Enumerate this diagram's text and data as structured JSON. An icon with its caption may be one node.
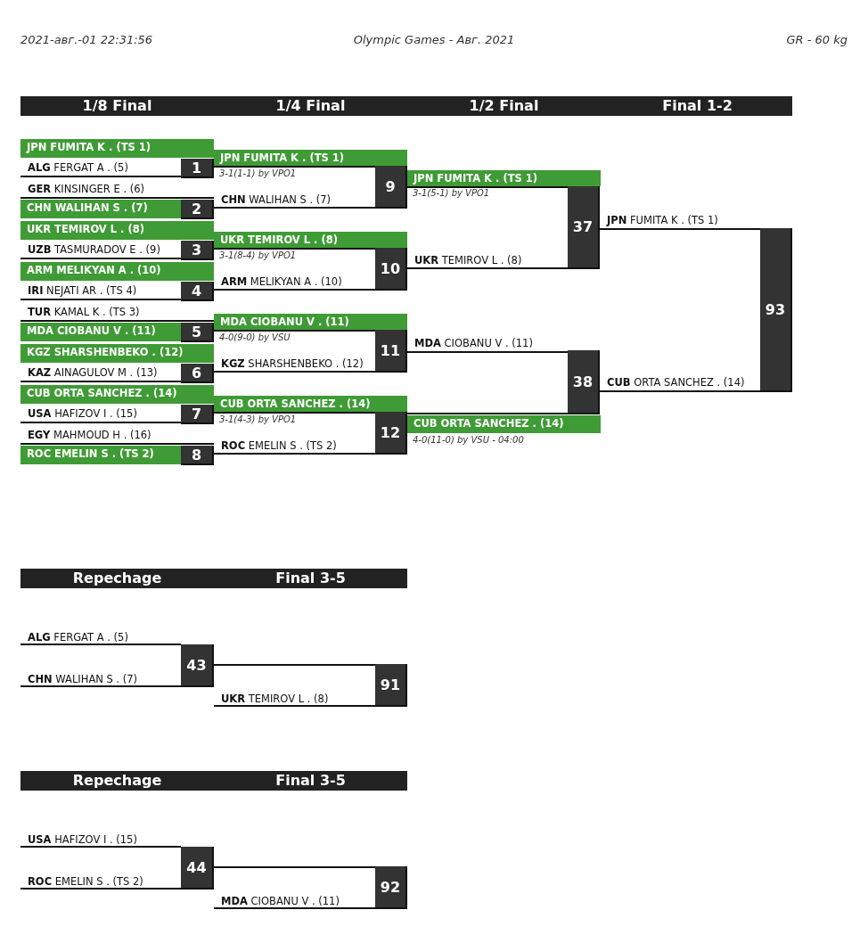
{
  "diagram": {
    "title": "Olympic Games - Авг. 2021",
    "nodes": [
      {
        "text": [
          "1/8 Final",
          "1/4 Final",
          "1/2 Final",
          "Final 1-2"
        ]
      },
      {
        "text": [
          "JPN FUMITA K . (TS 1)"
        ]
      },
      {
        "text": [
          "**ALG** FERGAT A . (5)"
        ]
      },
      {
        "text": [
          "1"
        ]
      },
      {
        "text": [
          "**GER** KINSINGER E . (6)"
        ]
      },
      {
        "text": [
          "CHN WALIHAN S . (7)"
        ]
      },
      {
        "text": [
          "2"
        ]
      },
      {
        "text": [
          "UKR TEMIROV L . (8)"
        ]
      },
      {
        "text": [
          "**UZB** TASMURADOV E . (9)"
        ]
      },
      {
        "text": [
          "3"
        ]
      },
      {
        "text": [
          "ARM MELIKYAN A . (10)"
        ]
      },
      {
        "text": [
          "**IRI** NEJATI AR . (TS 4)"
        ]
      },
      {
        "text": [
          "4"
        ]
      },
      {
        "text": [
          "**TUR** KAMAL K . (TS 3)"
        ]
      },
      {
        "text": [
          "MDA CIOBANU V . (11)"
        ]
      },
      {
        "text": [
          "5"
        ]
      },
      {
        "text": [
          "KGZ SHARSHENBEKO . (12)"
        ]
      },
      {
        "text": [
          "**KAZ** AINAGULOV M . (13)"
        ]
      },
      {
        "text": [
          "6"
        ]
      },
      {
        "text": [
          "CUB ORTA SANCHEZ . (14)"
        ]
      },
      {
        "text": [
          "**USA** HAFIZOV I . (15)"
        ]
      },
      {
        "text": [
          "7"
        ]
      },
      {
        "text": [
          "**EGY** MAHMOUD H . (16)"
        ]
      },
      {
        "text": [
          "ROC EMELIN S . (TS 2)"
        ]
      },
      {
        "text": [
          "8"
        ]
      },
      {
        "text": [
          "JPN FUMITA K . (TS 1)"
        ],
        "beside": [
          "3-1(1-1) by VPO1"
        ]
      },
      {
        "text": [
          "**CHN** WALIHAN S . (7)"
        ]
      },
      {
        "text": [
          "9"
        ]
      },
      {
        "text": [
          "UKR TEMIROV L . (8)"
        ],
        "beside": [
          "3-1(8-4) by VPO1"
        ]
      },
      {
        "text": [
          "**ARM** MELIKYAN A . (10)"
        ]
      },
      {
        "text": [
          "10"
        ]
      },
      {
        "text": [
          "MDA CIOBANU V . (11)"
        ],
        "beside": [
          "4-0(9-0) by VSU"
        ]
      },
      {
        "text": [
          "**KGZ** SHARSHENBEKO . (12)"
        ]
      },
      {
        "text": [
          "11"
        ]
      },
      {
        "text": [
          "CUB ORTA SANCHEZ . (14)"
        ],
        "beside": [
          "3-1(4-3) by VPO1"
        ]
      },
      {
        "text": [
          "**ROC** EMELIN S . (TS 2)"
        ]
      },
      {
        "text": [
          "12"
        ]
      },
      {
        "text": [
          "JPN FUMITA K . (TS 1)"
        ],
        "beside": [
          "3-1(5-1) by VPO1"
        ]
      },
      {
        "text": [
          "**UKR** TEMIROV L . (8)"
        ]
      },
      {
        "text": [
          "37"
        ]
      },
      {
        "text": [
          "**MDA** CIOBANU V . (11)"
        ]
      },
      {
        "text": [
          "CUB ORTA SANCHEZ . (14)"
        ],
        "beside": [
          "4-0(11-0) by VSU - 04:00"
        ]
      },
      {
        "text": [
          "38"
        ]
      },
      {
        "text": [
          "**JPN** FUMITA K . (TS 1)"
        ]
      },
      {
        "text": [
          "**CUB** ORTA SANCHEZ . (14)"
        ]
      },
      {
        "text": [
          "93"
        ]
      },
      {
        "text": [
          "Repechage",
          "Final 3-5"
        ]
      },
      {
        "text": [
          "**ALG** FERGAT A . (5)"
        ]
      },
      {
        "text": [
          "**CHN** WALIHAN S . (7)"
        ]
      },
      {
        "text": [
          "43"
        ]
      },
      {
        "text": [
          "**UKR** TEMIROV L . (8)"
        ]
      },
      {
        "text": [
          "91"
        ]
      },
      {
        "text": [
          "Repechage",
          "Final 3-5"
        ]
      },
      {
        "text": [
          "**USA** HAFIZOV I . (15)"
        ]
      },
      {
        "text": [
          "**ROC** EMELIN S . (TS 2)"
        ]
      },
      {
        "text": [
          "44"
        ]
      },
      {
        "text": [
          "**MDA** CIOBANU V . (11)"
        ]
      },
      {
        "text": [
          "92"
        ]
      }
    ],
    "edges": [
      {
        "from": 3,
        "to": 27,
        "arrow": "none"
      },
      {
        "from": 6,
        "to": 27,
        "arrow": "none"
      },
      {
        "from": 9,
        "to": 30,
        "arrow": "none"
      },
      {
        "from": 12,
        "to": 30,
        "arrow": "none"
      },
      {
        "from": 15,
        "to": 33,
        "arrow": "none"
      },
      {
        "from": 18,
        "to": 33,
        "arrow": "none"
      },
      {
        "from": 21,
        "to": 36,
        "arrow": "none"
      },
      {
        "from": 24,
        "to": 36,
        "arrow": "none"
      },
      {
        "from": 27,
        "to": 39,
        "arrow": "none"
      },
      {
        "from": 30,
        "to": 39,
        "arrow": "none"
      },
      {
        "from": 33,
        "to": 42,
        "arrow": "none"
      },
      {
        "from": 36,
        "to": 42,
        "arrow": "none"
      },
      {
        "from": 39,
        "to": 45,
        "arrow": "none"
      },
      {
        "from": 42,
        "to": 45,
        "arrow": "none"
      },
      {
        "from": 49,
        "to": 51,
        "arrow": "none"
      },
      {
        "from": 55,
        "to": 57,
        "arrow": "none"
      }
    ],
    "labels": [
      "2021-авг.-01 22:31:56",
      "GR - 60 kg"
    ]
  }
}
